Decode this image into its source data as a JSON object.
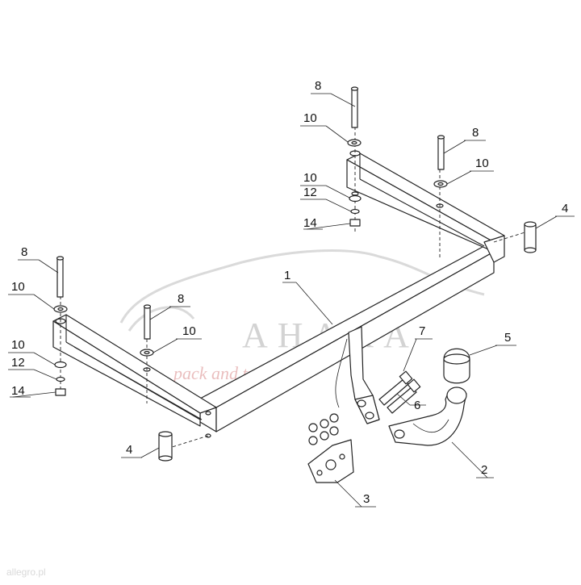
{
  "watermark": {
    "brand": "AHAKA",
    "tagline": "pack and travel"
  },
  "corner_mark": "allegro.pl",
  "parts": [
    {
      "id": "crossbar",
      "number": "1"
    },
    {
      "id": "tow-ball-neck",
      "number": "2"
    },
    {
      "id": "socket-plate",
      "number": "3"
    },
    {
      "id": "spacer-tube",
      "number": "4"
    },
    {
      "id": "tow-ball-cap",
      "number": "5"
    },
    {
      "id": "bolt-6",
      "number": "6"
    },
    {
      "id": "bolt-7",
      "number": "7"
    },
    {
      "id": "bolt-8",
      "number": "8"
    },
    {
      "id": "washer-10",
      "number": "10"
    },
    {
      "id": "spring-washer-12",
      "number": "12"
    },
    {
      "id": "nut-14",
      "number": "14"
    }
  ],
  "colors": {
    "line": "#222222",
    "watermark": "#cfcfcf",
    "watermark_red": "#e8b8b8"
  }
}
